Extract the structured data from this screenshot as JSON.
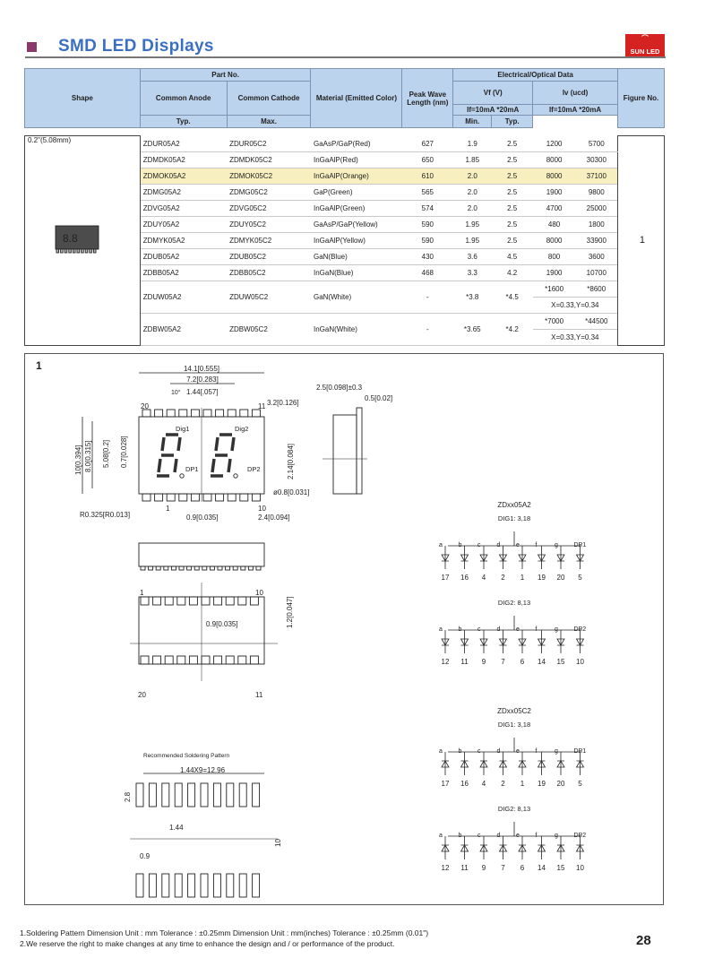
{
  "header": {
    "title": "SMD LED Displays",
    "logo": "SUN LED"
  },
  "table": {
    "h_shape": "Shape",
    "h_partno": "Part No.",
    "h_anode": "Common Anode",
    "h_cathode": "Common Cathode",
    "h_material": "Material (Emitted Color)",
    "h_peak": "Peak Wave Length (nm)",
    "h_eo": "Electrical/Optical Data",
    "h_vf": "Vf (V)",
    "h_vf_cond": "If=10mA *20mA",
    "h_iv": "Iv (ucd)",
    "h_iv_cond": "If=10mA *20mA",
    "h_typ": "Typ.",
    "h_max": "Max.",
    "h_min": "Min.",
    "h_typ2": "Typ.",
    "h_fig": "Figure No.",
    "shape": "0.2\"(5.08mm)",
    "figure": "1",
    "rows": [
      {
        "a": "ZDUR05A2",
        "k": "ZDUR05C2",
        "m": "GaAsP/GaP(Red)",
        "w": "627",
        "vt": "1.9",
        "vm": "2.5",
        "imin": "1200",
        "ityp": "5700"
      },
      {
        "a": "ZDMDK05A2",
        "k": "ZDMDK05C2",
        "m": "InGaAlP(Red)",
        "w": "650",
        "vt": "1.85",
        "vm": "2.5",
        "imin": "8000",
        "ityp": "30300"
      },
      {
        "a": "ZDMOK05A2",
        "k": "ZDMOK05C2",
        "m": "InGaAlP(Orange)",
        "w": "610",
        "vt": "2.0",
        "vm": "2.5",
        "imin": "8000",
        "ityp": "37100"
      },
      {
        "a": "ZDMG05A2",
        "k": "ZDMG05C2",
        "m": "GaP(Green)",
        "w": "565",
        "vt": "2.0",
        "vm": "2.5",
        "imin": "1900",
        "ityp": "9800"
      },
      {
        "a": "ZDVG05A2",
        "k": "ZDVG05C2",
        "m": "InGaAlP(Green)",
        "w": "574",
        "vt": "2.0",
        "vm": "2.5",
        "imin": "4700",
        "ityp": "25000"
      },
      {
        "a": "ZDUY05A2",
        "k": "ZDUY05C2",
        "m": "GaAsP/GaP(Yellow)",
        "w": "590",
        "vt": "1.95",
        "vm": "2.5",
        "imin": "480",
        "ityp": "1800"
      },
      {
        "a": "ZDMYK05A2",
        "k": "ZDMYK05C2",
        "m": "InGaAlP(Yellow)",
        "w": "590",
        "vt": "1.95",
        "vm": "2.5",
        "imin": "8000",
        "ityp": "33900"
      },
      {
        "a": "ZDUB05A2",
        "k": "ZDUB05C2",
        "m": "GaN(Blue)",
        "w": "430",
        "vt": "3.6",
        "vm": "4.5",
        "imin": "800",
        "ityp": "3600"
      },
      {
        "a": "ZDBB05A2",
        "k": "ZDBB05C2",
        "m": "InGaN(Blue)",
        "w": "468",
        "vt": "3.3",
        "vm": "4.2",
        "imin": "1900",
        "ityp": "10700"
      }
    ],
    "white": [
      {
        "a": "ZDUW05A2",
        "k": "ZDUW05C2",
        "m": "GaN(White)",
        "w": "-",
        "vt": "*3.8",
        "vm": "*4.5",
        "imin": "*1600",
        "ityp": "*8600",
        "xy": "X=0.33,Y=0.34"
      },
      {
        "a": "ZDBW05A2",
        "k": "ZDBW05C2",
        "m": "InGaN(White)",
        "w": "-",
        "vt": "*3.65",
        "vm": "*4.2",
        "imin": "*7000",
        "ityp": "*44500",
        "xy": "X=0.33,Y=0.34"
      }
    ]
  },
  "drawing": {
    "fig_no": "1",
    "dims": {
      "d1": "14.1[0.555]",
      "d2": "7.2[0.283]",
      "d3": "1.44[.057]",
      "d4": "10°",
      "d5": "3.2[0.126]",
      "d6": "2.5[0.098]±0.3",
      "d7": "0.5[0.02]",
      "d8": "10[0.394]",
      "d9": "8.0[0.315]",
      "d10": "5.08[0.2]",
      "d11": "0.7[0.028]",
      "d12": "2.14[0.084]",
      "d13": "ø0.8[0.031]",
      "d14": "R0.325[R0.013]",
      "d15": "0.9[0.035]",
      "d16": "2.4[0.094]",
      "d17": "0.9[0.035]",
      "d18": "1.2[0.047]"
    },
    "labels": {
      "dig1": "Dig1",
      "dig2": "Dig2",
      "dp1": "DP1",
      "dp2": "DP2",
      "p20": "20",
      "p11": "11",
      "p1": "1",
      "p10": "10"
    },
    "solder": {
      "title": "Recommended Soldering Pattern",
      "pitch": "1.44X9=12.96",
      "h": "2.8",
      "w": "1.44",
      "gap": "10",
      "pad": "0.9"
    },
    "circuits": [
      {
        "title": "ZDxx05A2",
        "d1": "DIG1:  3,18",
        "d2": "DIG2:  8,13"
      },
      {
        "title": "ZDxx05C2",
        "d1": "DIG1:  3,18",
        "d2": "DIG2:  8,13"
      }
    ],
    "seg1": [
      "a",
      "b",
      "c",
      "d",
      "e",
      "f",
      "g",
      "DP1"
    ],
    "seg2": [
      "a",
      "b",
      "c",
      "d",
      "e",
      "f",
      "g",
      "DP2"
    ],
    "pins1": [
      "17",
      "16",
      "4",
      "2",
      "1",
      "19",
      "20",
      "5"
    ],
    "pins2": [
      "12",
      "11",
      "9",
      "7",
      "6",
      "14",
      "15",
      "10"
    ]
  },
  "notes": {
    "n1": "1.Soldering Pattern Dimension Unit : mm  Tolerance : ±0.25mm  Dimension Unit : mm(inches)  Tolerance : ±0.25mm (0.01\")",
    "n2": "2.We reserve the right to make changes at any time to enhance the design and / or performance of the product."
  },
  "page": "28"
}
